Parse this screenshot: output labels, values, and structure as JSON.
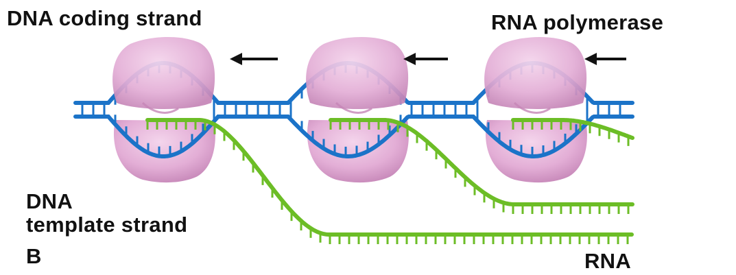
{
  "labels": {
    "coding_strand": "DNA coding strand",
    "polymerase": "RNA polymerase",
    "template_line1": "DNA",
    "template_line2": "template strand",
    "panel": "B",
    "rna": "RNA"
  },
  "colors": {
    "dna": "#1b73c8",
    "rna": "#6cbd26",
    "polymerase": "#e3aed6",
    "polymerase_shade": "#c586b7",
    "arrow": "#111111",
    "text": "#111111"
  },
  "polymerase_count": 3
}
